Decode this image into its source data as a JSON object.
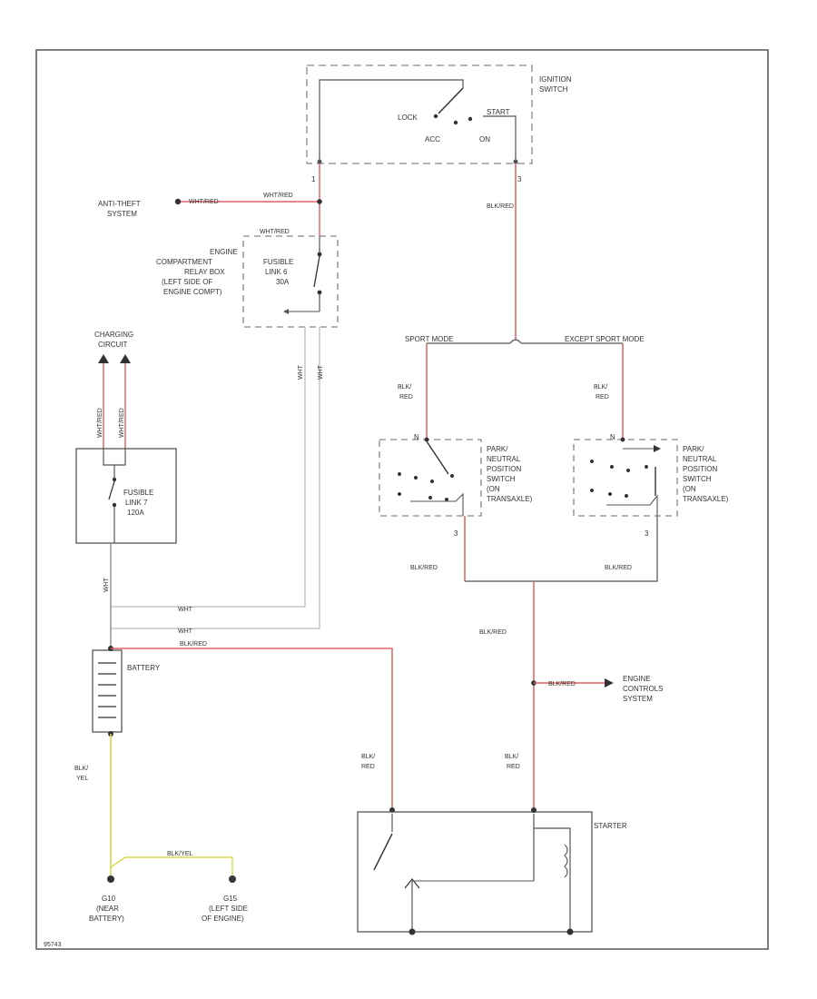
{
  "colors": {
    "frame": "#444444",
    "wire_red": "#e06060",
    "wire_white": "#bbbbbb",
    "wire_black": "#333333",
    "wire_yellow": "#d8d84a",
    "dash": "#888888",
    "label": "#333333"
  },
  "components": {
    "ignition_switch": {
      "label_1": "IGNITION",
      "label_2": "SWITCH",
      "lock": "LOCK",
      "start": "START",
      "acc": "ACC",
      "on": "ON"
    },
    "anti_theft": {
      "label_1": "ANTI-THEFT",
      "label_2": "SYSTEM"
    },
    "relay_box": {
      "label_1": "ENGINE",
      "label_2": "COMPARTMENT",
      "label_3": "RELAY BOX",
      "label_4": "(LEFT SIDE OF",
      "label_5": "ENGINE COMPT)"
    },
    "fusible_link_6": {
      "label_1": "FUSIBLE",
      "label_2": "LINK 6",
      "label_3": "30A"
    },
    "charging_circuit": {
      "label_1": "CHARGING",
      "label_2": "CIRCUIT"
    },
    "fusible_link_7": {
      "label_1": "FUSIBLE",
      "label_2": "LINK 7",
      "label_3": "120A"
    },
    "battery": {
      "label": "BATTERY"
    },
    "starter": {
      "label": "STARTER"
    },
    "engine_controls": {
      "label_1": "ENGINE",
      "label_2": "CONTROLS",
      "label_3": "SYSTEM"
    },
    "park_neutral_left": {
      "label_1": "PARK/",
      "label_2": "NEUTRAL",
      "label_3": "POSITION",
      "label_4": "SWITCH",
      "label_5": "(ON",
      "label_6": "TRANSAXLE)",
      "pin_top": "N",
      "pin_bottom": "3"
    },
    "park_neutral_right": {
      "label_1": "PARK/",
      "label_2": "NEUTRAL",
      "label_3": "POSITION",
      "label_4": "SWITCH",
      "label_5": "(ON",
      "label_6": "TRANSAXLE)",
      "pin_top": "N",
      "pin_bottom": "3"
    },
    "ground_left": {
      "label_1": "G10",
      "label_2": "(NEAR",
      "label_3": "BATTERY)"
    },
    "ground_right": {
      "label_1": "G15",
      "label_2": "(LEFT SIDE",
      "label_3": "OF ENGINE)"
    },
    "sport_mode": "SPORT MODE",
    "except_sport_mode": "EXCEPT SPORT MODE"
  },
  "wires": {
    "wht_red_anti": "WHT/RED",
    "wht_red_top": "WHT/RED",
    "wht_red_relay": "WHT/RED",
    "blk_red_ign": "BLK/RED",
    "wht_red_charge_1": "WHT/RED",
    "wht_red_charge_2": "WHT/RED",
    "wht_1": "WHT",
    "wht_2": "WHT",
    "wht_3": "WHT",
    "wht_4": "WHT",
    "wht_blk": "WHT",
    "blk_red_batt": "BLK/RED",
    "blk_red_sw_l": "BLK/",
    "red_sw_l": "RED",
    "blk_red_sw_r": "BLK/",
    "red_sw_r": "RED",
    "blk_red_mid_l": "BLK/RED",
    "blk_red_mid_r": "BLK/RED",
    "blk_red_center": "BLK/RED",
    "blk_red_engine": "BLK/RED",
    "blk_red_starter_l_1": "BLK/",
    "blk_red_starter_l_2": "RED",
    "blk_red_starter_r_1": "BLK/",
    "blk_red_starter_r_2": "RED",
    "blk_yel_1": "BLK/",
    "blk_yel_2": "YEL",
    "blk_yel_g": "BLK/YEL"
  },
  "pins": {
    "ign_1": "1",
    "ign_2": "3"
  },
  "footer_code": "95743"
}
